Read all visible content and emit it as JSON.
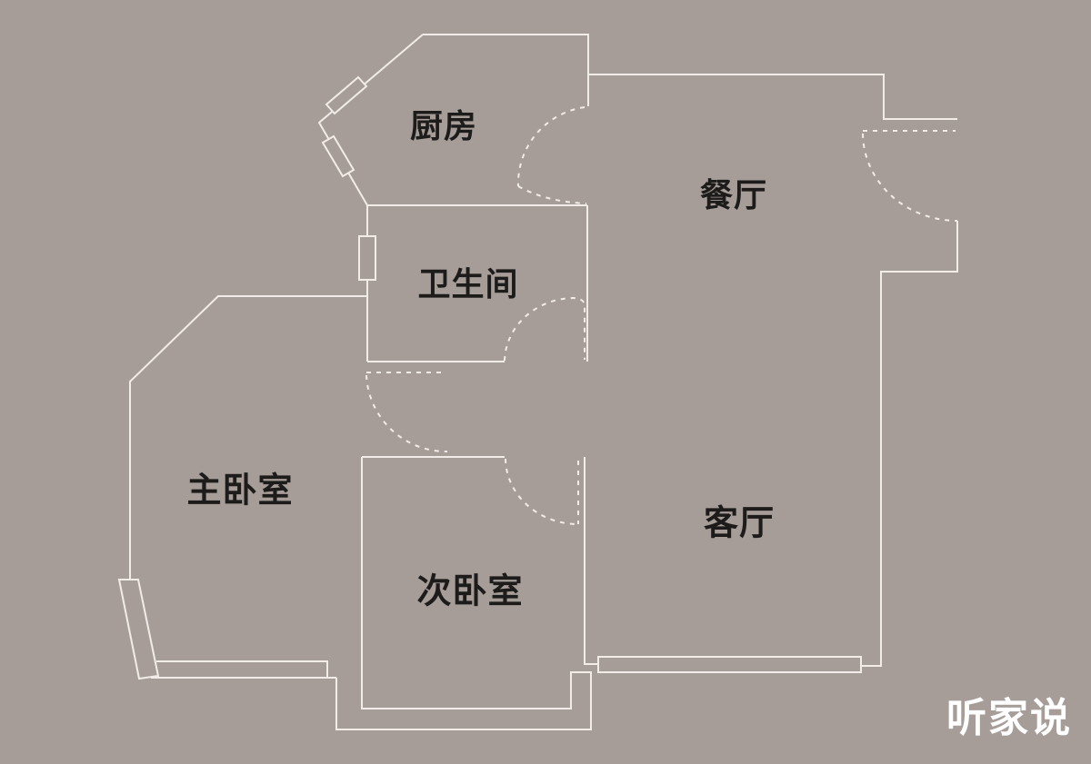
{
  "rooms": {
    "kitchen": {
      "label": "厨房"
    },
    "dining": {
      "label": "餐厅"
    },
    "bathroom": {
      "label": "卫生间"
    },
    "master_bedroom": {
      "label": "主卧室"
    },
    "second_bedroom": {
      "label": "次卧室"
    },
    "living": {
      "label": "客厅"
    }
  },
  "watermark": {
    "text": "听家说"
  },
  "colors": {
    "background": "#a69d99",
    "wall_line": "#f2ece8",
    "label_text": "#1d1c1a",
    "watermark_text": "#ffffff"
  }
}
